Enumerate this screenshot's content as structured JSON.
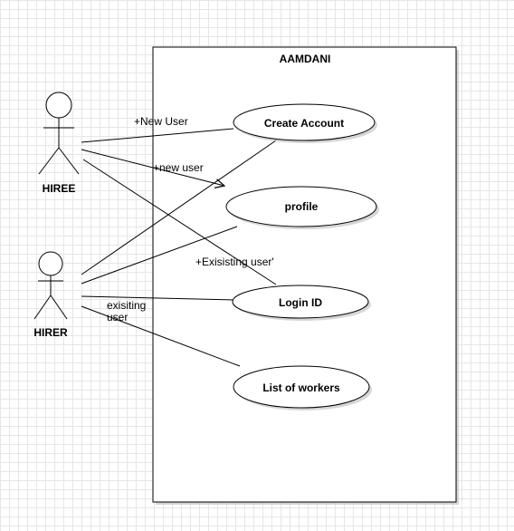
{
  "system": {
    "title": "AAMDANI"
  },
  "actors": {
    "hiree": {
      "label": "HIREE"
    },
    "hirer": {
      "label": "HIRER"
    }
  },
  "use_cases": {
    "create_account": "Create Account",
    "profile": "profile",
    "login_id": "Login ID",
    "list_of_workers": "List of workers"
  },
  "labels": {
    "new_user_1": "+New User",
    "new_user_2": "+new user",
    "existing_user_1": "+Exisisting user'",
    "existing_user_2_line1": "exisiting",
    "existing_user_2_line2": "user"
  },
  "colors": {
    "stroke": "#000000",
    "grid": "#e6e6e6",
    "shadow": "#bbbbbb"
  }
}
